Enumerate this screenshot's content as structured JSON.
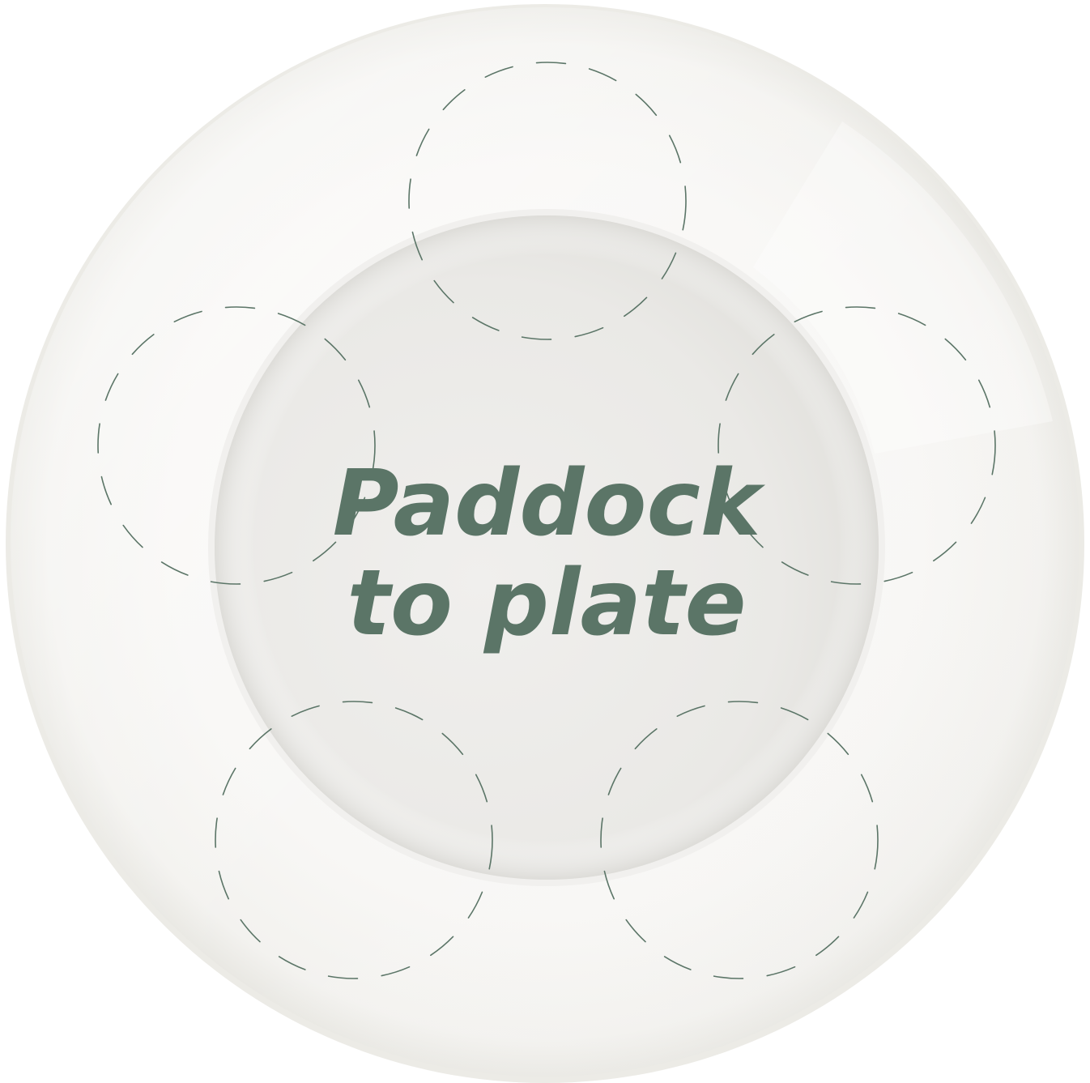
{
  "title": {
    "line1": "Paddock",
    "line2": "to plate"
  },
  "placeholders": [
    {
      "name": "placeholder-top"
    },
    {
      "name": "placeholder-left"
    },
    {
      "name": "placeholder-right"
    },
    {
      "name": "placeholder-bottom-left"
    },
    {
      "name": "placeholder-bottom-right"
    }
  ],
  "colors": {
    "accent": "#5b7567",
    "plate_rim": "#f6f5f2",
    "plate_well": "#ebeae7"
  }
}
